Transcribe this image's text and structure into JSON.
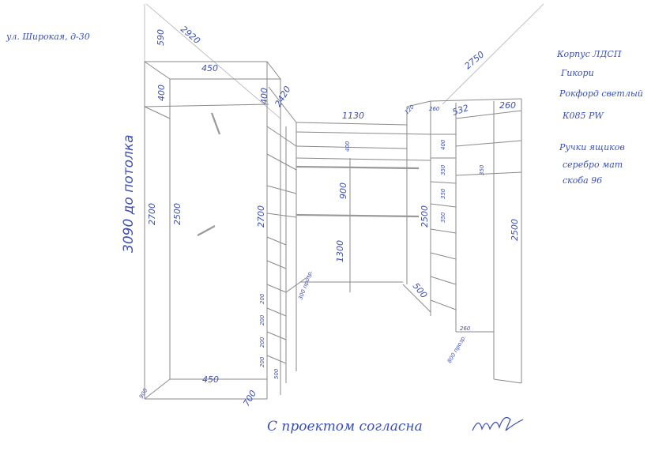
{
  "title": "Wardrobe sketch",
  "address_note": "ул. Широкая, д-30",
  "material_notes": [
    "Корпус ЛДСП",
    "Гикори",
    "Рокфорд светлый",
    "К085 PW"
  ],
  "handle_notes": [
    "Ручки ящиков",
    "серебро мат",
    "скоба 96"
  ],
  "approval_text": "С проектом согласна",
  "signature": "подпись",
  "dimensions": {
    "top_left_height": "590",
    "left_diagonal": "2920",
    "right_diagonal": "2750",
    "left_top_depth": "450",
    "left_top_shelf": "400",
    "left_col_top": "400",
    "left_col_diagonal": "2420",
    "back_width": "1130",
    "corner_120": "120",
    "right_260a": "260",
    "right_532": "532",
    "right_260b": "260",
    "ceiling_height": "3090 до потолка",
    "left_2700": "2700",
    "left_2500": "2500",
    "col_2700": "2700",
    "back_400": "400",
    "back_900": "900",
    "back_1300": "1300",
    "right_2500a": "2500",
    "right_2500b": "2500",
    "right_500": "500",
    "right_350_1": "350",
    "right_350_2": "350",
    "right_350_3": "350",
    "right_400_top": "400",
    "right_350_top": "350",
    "right_800": "800 прозр.",
    "right_260_bottom": "260",
    "left_bottom_450": "450",
    "left_bottom_900": "900",
    "col_bottom_700": "700",
    "col_bottom_500": "500",
    "col_300": "300 прозр.",
    "col_200_a": "200",
    "col_200_b": "200",
    "col_200_c": "200",
    "col_200_d": "200"
  }
}
